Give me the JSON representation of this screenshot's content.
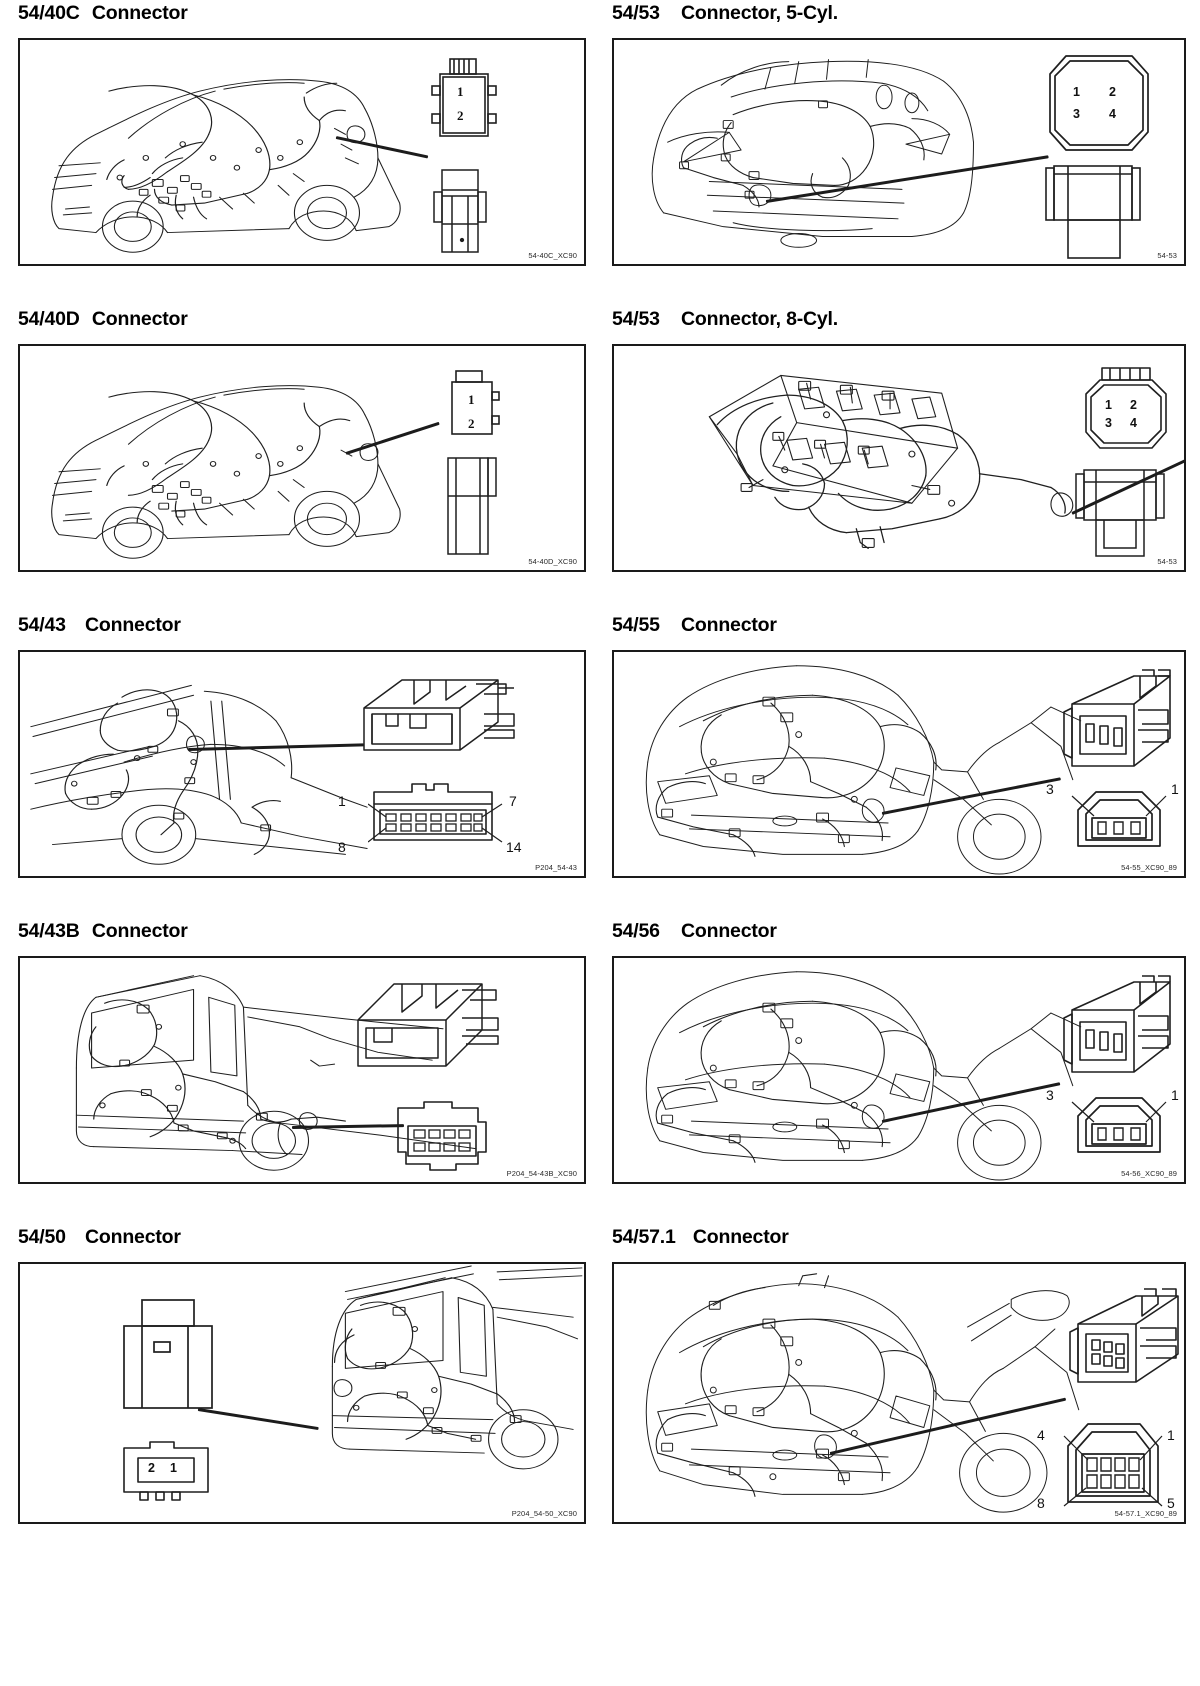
{
  "document": {
    "type": "wiring-connector-reference",
    "columns": 2,
    "panel_count": 10
  },
  "panels": [
    {
      "id": "54-40C",
      "column": "left",
      "title_code": "54/40C",
      "title_label": "Connector",
      "frame_code": "54-40C_XC90",
      "vehicle_view": "sedan-side-harness",
      "connector_view": "2-pin-rectangular",
      "pins": [
        "1",
        "2"
      ],
      "pin_layout": "vertical",
      "callouts": []
    },
    {
      "id": "54-53-5cyl",
      "column": "right",
      "title_code": "54/53",
      "title_label": "Connector, 5-Cyl.",
      "frame_code": "54-53",
      "vehicle_view": "front-end-harness",
      "connector_view": "4-pin-octagonal",
      "pins": [
        "1",
        "2",
        "3",
        "4"
      ],
      "pin_layout": "grid-2x2",
      "callouts": []
    },
    {
      "id": "54-40D",
      "column": "left",
      "title_code": "54/40D",
      "title_label": "Connector",
      "frame_code": "54-40D_XC90",
      "vehicle_view": "sedan-side-harness",
      "connector_view": "2-pin-rectangular",
      "pins": [
        "1",
        "2"
      ],
      "pin_layout": "vertical",
      "callouts": []
    },
    {
      "id": "54-53-8cyl",
      "column": "right",
      "title_code": "54/53",
      "title_label": "Connector, 8-Cyl.",
      "frame_code": "54-53",
      "vehicle_view": "engine-harness",
      "connector_view": "4-pin-octagonal",
      "pins": [
        "1",
        "2",
        "3",
        "4"
      ],
      "pin_layout": "grid-2x2",
      "callouts": []
    },
    {
      "id": "54-43",
      "column": "left",
      "title_code": "54/43",
      "title_label": "Connector",
      "frame_code": "P204_54-43",
      "vehicle_view": "body-side-harness",
      "connector_view": "14-pin-housing",
      "pins": [],
      "pin_layout": "two-row-14",
      "callouts": [
        {
          "text": "1",
          "position": "top-left"
        },
        {
          "text": "7",
          "position": "top-right"
        },
        {
          "text": "8",
          "position": "bottom-left"
        },
        {
          "text": "14",
          "position": "bottom-right"
        }
      ]
    },
    {
      "id": "54-55",
      "column": "right",
      "title_code": "54/55",
      "title_label": "Connector",
      "frame_code": "54-55_XC90_89",
      "vehicle_view": "engine-bay-front-harness",
      "connector_view": "3-pin-housing",
      "pins": [],
      "pin_layout": "single-row-3",
      "callouts": [
        {
          "text": "3",
          "position": "left"
        },
        {
          "text": "1",
          "position": "right"
        }
      ]
    },
    {
      "id": "54-43B",
      "column": "left",
      "title_code": "54/43B",
      "title_label": "Connector",
      "frame_code": "P204_54-43B_XC90",
      "vehicle_view": "rear-body-harness",
      "connector_view": "8-pin-housing",
      "pins": [],
      "pin_layout": "two-row-8",
      "callouts": []
    },
    {
      "id": "54-56",
      "column": "right",
      "title_code": "54/56",
      "title_label": "Connector",
      "frame_code": "54-56_XC90_89",
      "vehicle_view": "engine-bay-front-harness",
      "connector_view": "3-pin-housing",
      "pins": [],
      "pin_layout": "single-row-3",
      "callouts": [
        {
          "text": "3",
          "position": "left"
        },
        {
          "text": "1",
          "position": "right"
        }
      ]
    },
    {
      "id": "54-50",
      "column": "left",
      "title_code": "54/50",
      "title_label": "Connector",
      "frame_code": "P204_54-50_XC90",
      "vehicle_view": "rear-hatch-harness",
      "connector_view": "2-pin-block",
      "pins": [
        "2",
        "1"
      ],
      "pin_layout": "horizontal",
      "callouts": []
    },
    {
      "id": "54-57.1",
      "column": "right",
      "title_code": "54/57.1",
      "title_label": "Connector",
      "frame_code": "54-57.1_XC90_89",
      "vehicle_view": "engine-bay-front-harness",
      "connector_view": "8-pin-housing",
      "pins": [],
      "pin_layout": "two-row-8",
      "callouts": [
        {
          "text": "4",
          "position": "top-left"
        },
        {
          "text": "1",
          "position": "top-right"
        },
        {
          "text": "8",
          "position": "bottom-left"
        },
        {
          "text": "5",
          "position": "bottom-right"
        }
      ]
    }
  ],
  "colors": {
    "ink": "#1a1a1a",
    "paper": "#ffffff",
    "leader": "#1c1c1c"
  }
}
